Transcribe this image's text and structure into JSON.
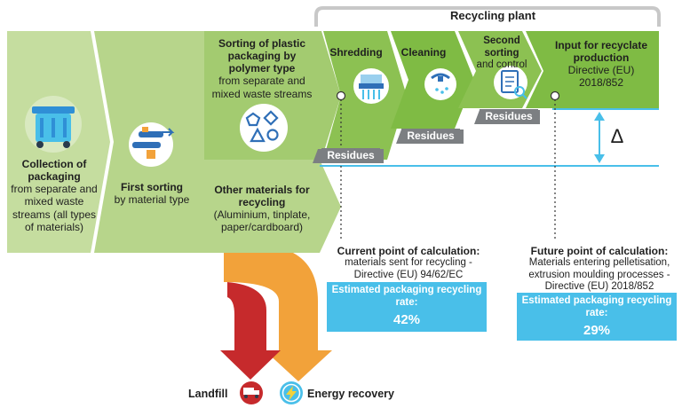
{
  "plant": {
    "title": "Recycling plant"
  },
  "collection": {
    "title": "Collection of packaging",
    "detail": "from separate and mixed waste streams (all types of materials)"
  },
  "first_sorting": {
    "title": "First sorting",
    "detail": "by material type"
  },
  "polymer_sorting": {
    "title": "Sorting of plastic packaging by polymer type",
    "detail": "from separate and mixed waste streams"
  },
  "other_materials": {
    "title": "Other materials for recycling",
    "detail": "(Aluminium, tinplate, paper/cardboard)"
  },
  "steps": {
    "shredding": "Shredding",
    "cleaning": "Cleaning",
    "second_sorting_title": "Second sorting",
    "second_sorting_detail": "and control",
    "input_title": "Input for recyclate production",
    "input_detail": "Directive (EU) 2018/852"
  },
  "residues": {
    "label": "Residues"
  },
  "delta": {
    "symbol": "Δ"
  },
  "current": {
    "title": "Current point of calculation:",
    "detail": "materials sent for recycling - Directive (EU) 94/62/EC",
    "rate_label": "Estimated packaging recycling rate:",
    "rate_value": "42%"
  },
  "future": {
    "title": "Future point of calculation:",
    "detail": "Materials entering pelletisation, extrusion moulding processes - Directive (EU) 2018/852",
    "rate_label": "Estimated packaging recycling rate:",
    "rate_value": "29%"
  },
  "outputs": {
    "landfill": "Landfill",
    "energy": "Energy recovery"
  },
  "colors": {
    "green_light": "#c5dd9f",
    "green_mid": "#a3cb70",
    "green_dark": "#7fbb44",
    "blue": "#49bfe9",
    "grey": "#7c7f82",
    "red": "#c62a2c",
    "orange": "#f2a23a"
  }
}
